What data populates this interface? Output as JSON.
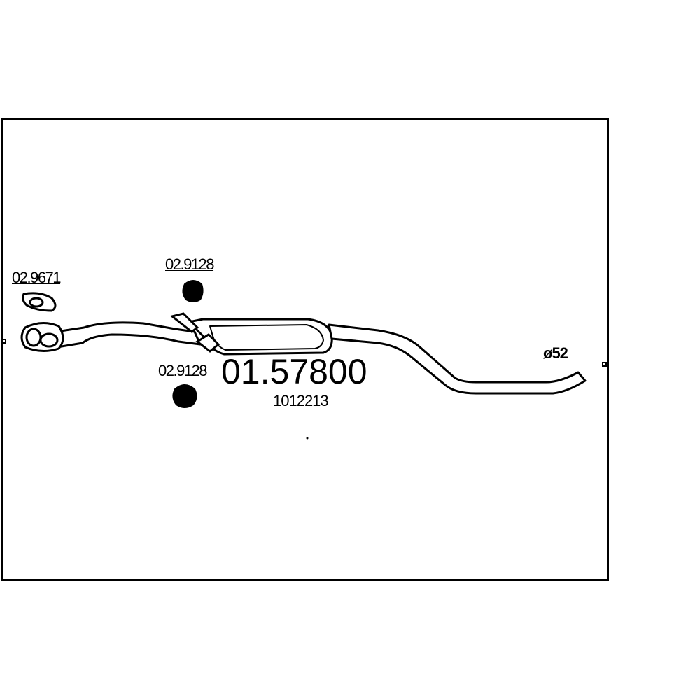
{
  "part_number": "01.57800",
  "reference_number": "1012213",
  "gasket_code": "02.9671",
  "rubber_mount_top_code": "02.9128",
  "rubber_mount_bottom_code": "02.9128",
  "outlet_diameter": "ø52",
  "colors": {
    "line": "#000000",
    "background": "#ffffff"
  }
}
